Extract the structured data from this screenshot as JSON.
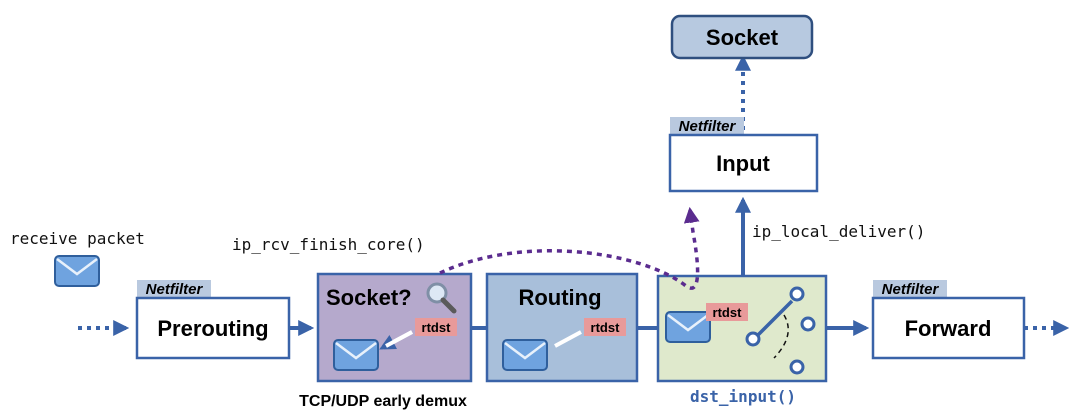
{
  "colors": {
    "arrow": "#3a63a8",
    "purple": "#5b2c8f",
    "box_border": "#3a63a8",
    "socket_box_fill": "#b5a9cc",
    "routing_box_fill": "#a8bfda",
    "dst_box_fill": "#dfe9cc",
    "socket_top_fill": "#b7c9e0",
    "netfilter_tag_fill": "#b9c9df",
    "rtdst_fill": "#e89a9a",
    "envelope_fill": "#6fa3df"
  },
  "icons": {
    "envelope": "envelope-icon",
    "magnifier": "magnifier-icon",
    "switch": "switch-icon"
  },
  "labels": {
    "receive_packet": "receive packet",
    "ip_rcv_finish_core": "ip_rcv_finish_core()",
    "ip_local_deliver": "ip_local_deliver()",
    "dst_input": "dst_input()",
    "tcp_udp_demux": "TCP/UDP early demux"
  },
  "boxes": {
    "socket_top": "Socket",
    "input": "Input",
    "prerouting": "Prerouting",
    "socket_lookup": "Socket?",
    "routing": "Routing",
    "forward": "Forward"
  },
  "tags": {
    "netfilter_input": "Netfilter",
    "netfilter_prerouting": "Netfilter",
    "netfilter_forward": "Netfilter"
  },
  "badges": {
    "rtdst_socket": "rtdst",
    "rtdst_routing": "rtdst",
    "rtdst_dst": "rtdst"
  }
}
